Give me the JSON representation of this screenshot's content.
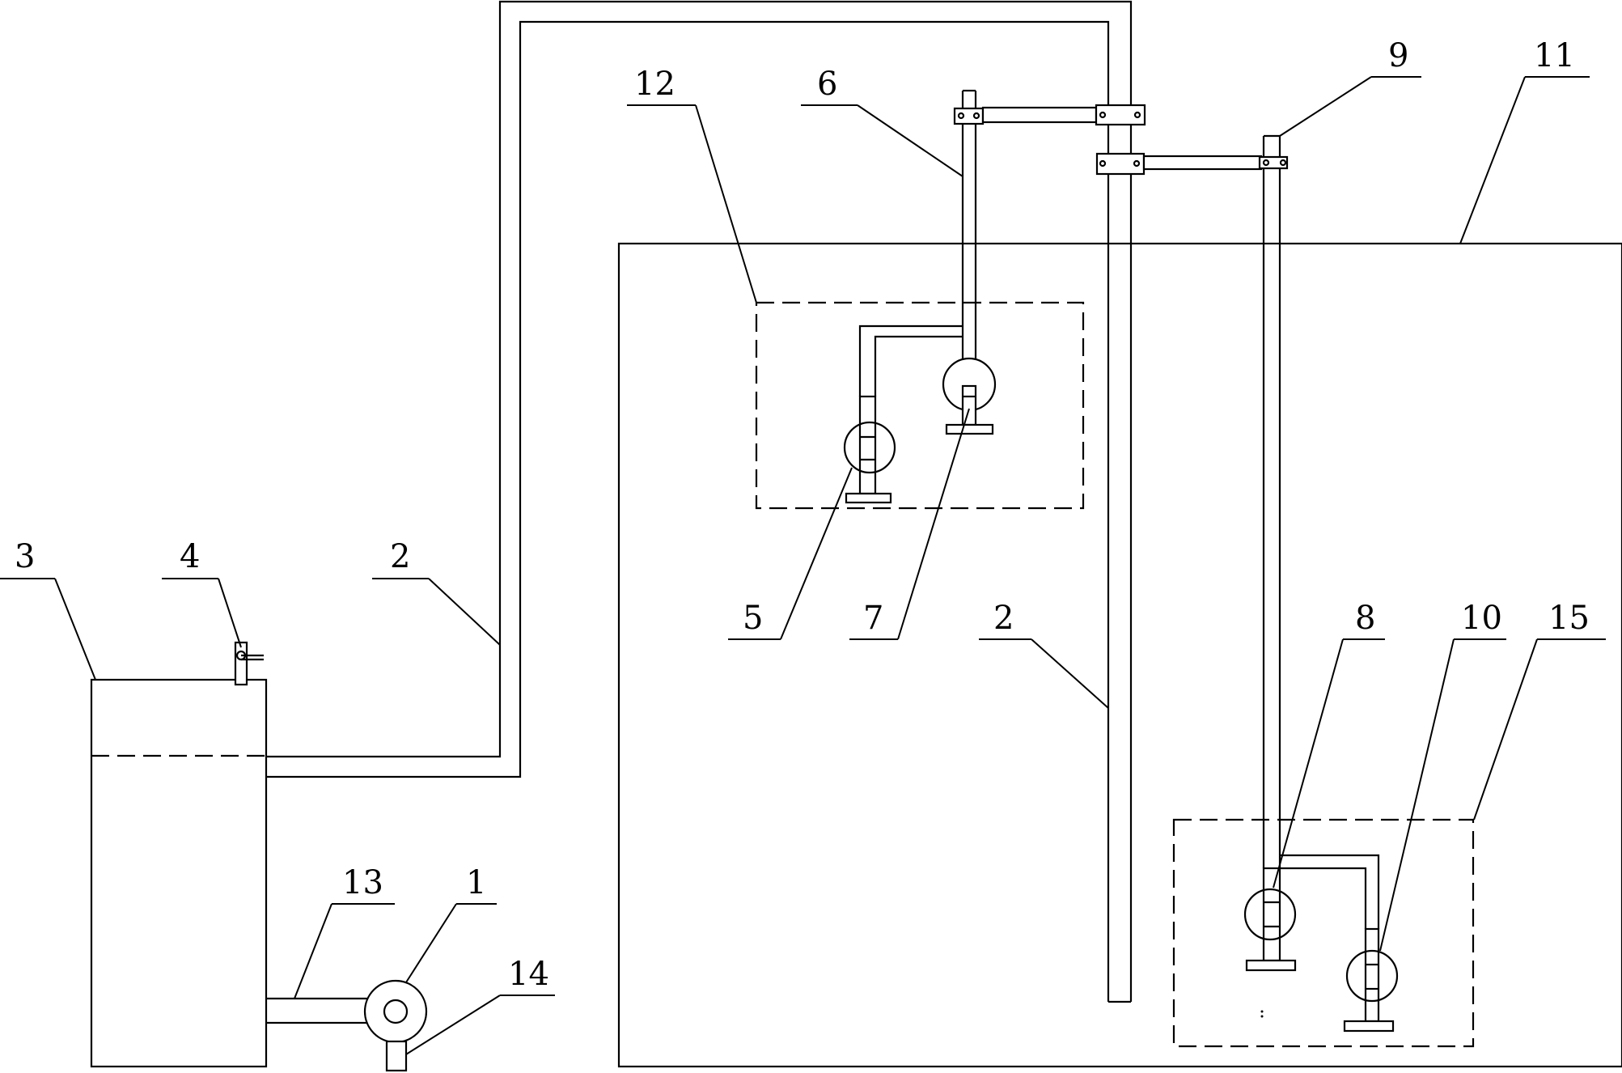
{
  "labels": {
    "pump": "1",
    "pipe": "2",
    "pipe_lower": "2",
    "tank": "3",
    "valve": "4",
    "sprinkler_a": "5",
    "riser_left": "6",
    "sprinkler_b": "7",
    "sprinkler_c": "8",
    "riser_right": "9",
    "sprinkler_d": "10",
    "enclosure": "11",
    "group_upper": "12",
    "inlet_pipe": "13",
    "outlet": "14",
    "group_lower": "15"
  }
}
